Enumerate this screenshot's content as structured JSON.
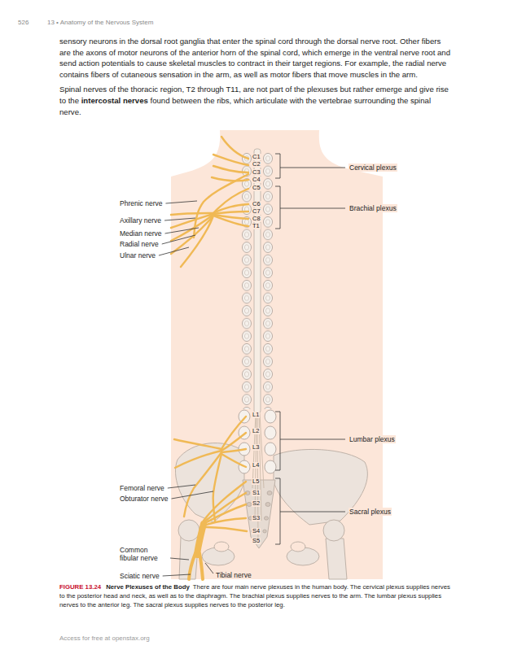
{
  "diagram": {
    "caption": "There are four main nerve plexuses in the human body. The cervical plexus supplies nerves to the posterior head and neck, as well as to the diaphragm. The brachial plexus supplies nerves to the arm. The lumbar plexus supplies nerves to the anterior leg. The sacral plexus supplies nerves to the posterior leg.",
    "labels": [
      "526",
      "13 • Anatomy of the Nervous System",
      "sensory neurons in the dorsal root ganglia that enter the spinal cord through the dorsal nerve root. Other fibers are the axons of motor neurons of the anterior horn of the spinal cord, which emerge in the ventral nerve root and send action potentials to cause skeletal muscles to contract in their target regions. For example, the radial nerve contains fibers of cutaneous sensation in the arm, as well as motor fibers that move muscles in the arm.",
      "Spinal nerves of the thoracic region, T2 through T11, are not part of the plexuses but rather emerge and give rise to the",
      "intercostal nerves",
      "found between the ribs, which articulate with the vertebrae surrounding the spinal nerve.",
      "C1",
      "C2",
      "C3",
      "C4",
      "C5",
      "C6",
      "C7",
      "C8",
      "T1",
      "Cervical plexus",
      "Brachial plexus",
      "Phrenic nerve",
      "Axillary nerve",
      "Median nerve",
      "Radial nerve",
      "Ulnar nerve",
      "L1",
      "L2",
      "L3",
      "L4",
      "Lumbar plexus",
      "L5",
      "S1",
      "S2",
      "S3",
      "S4",
      "S5",
      "Sacral plexus",
      "Femoral nerve",
      "Obturator nerve",
      "Common fibular nerve",
      "Sciatic nerve",
      "Tibial nerve",
      "FIGURE 13.24",
      "Nerve Plexuses of the Body",
      "Access for free at openstax.org"
    ]
  }
}
